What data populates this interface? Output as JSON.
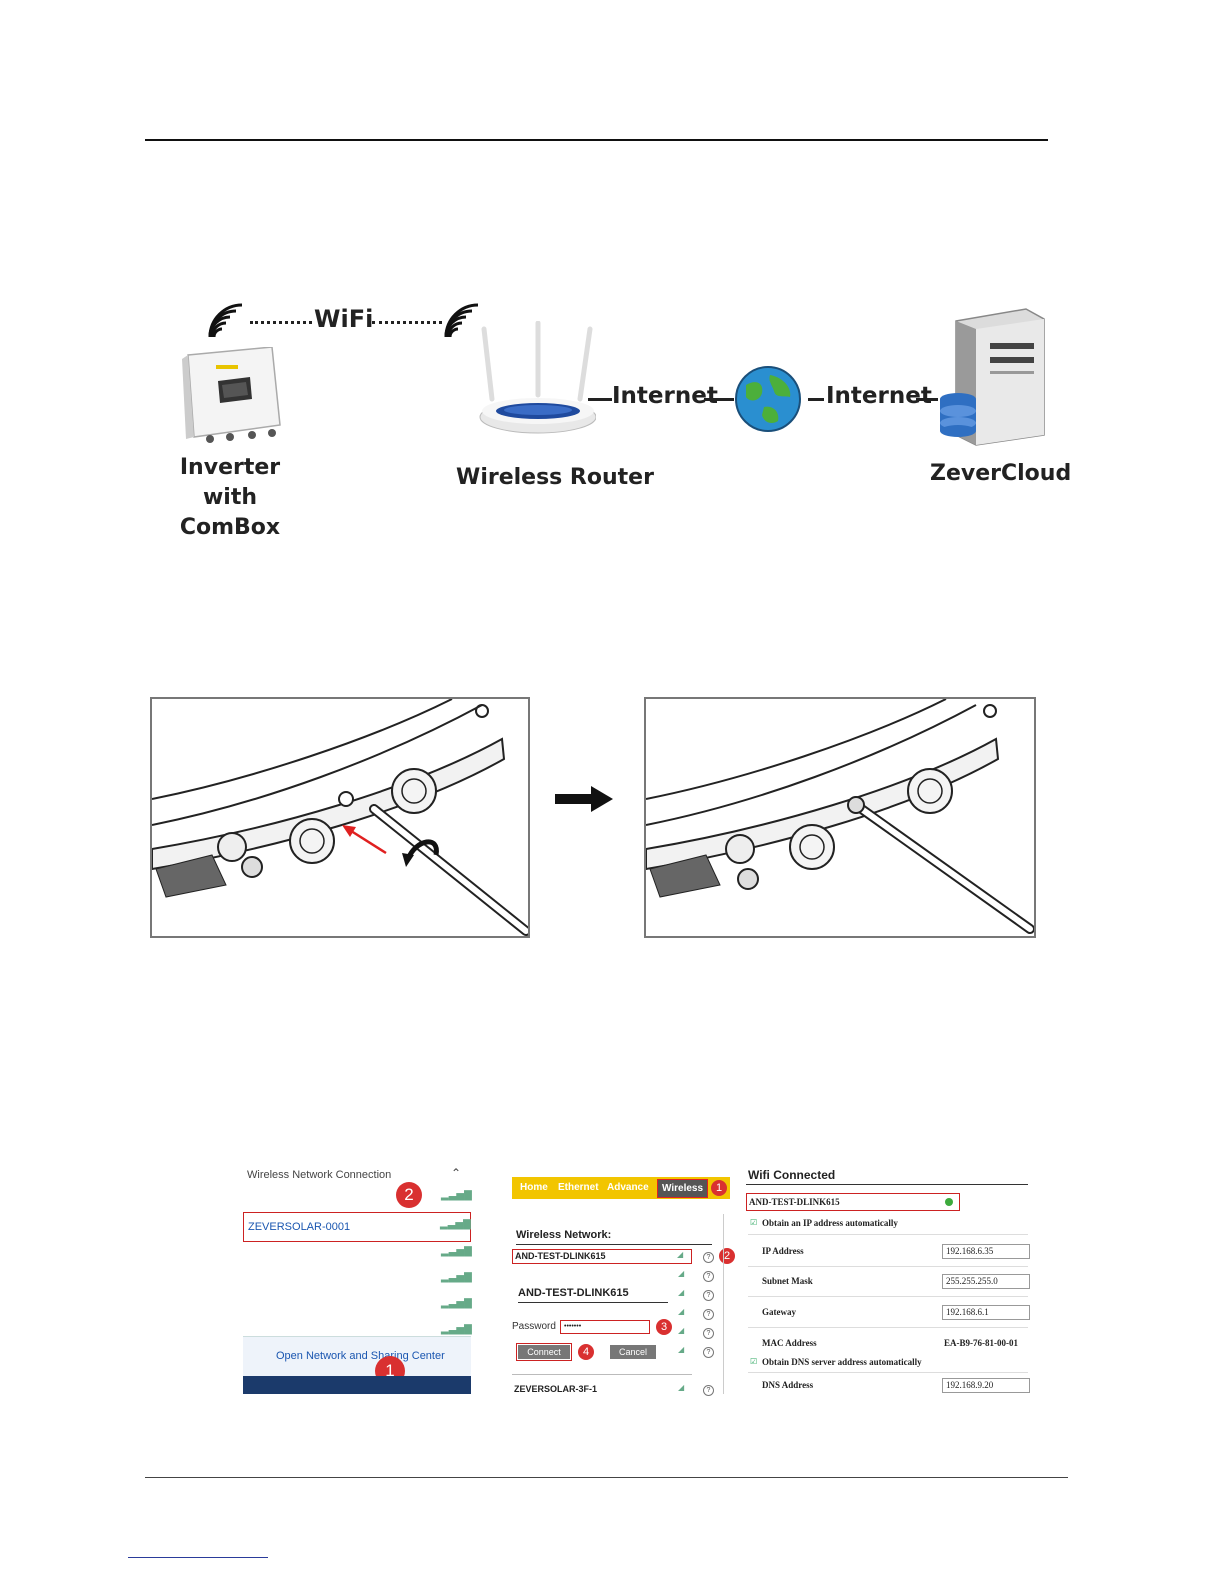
{
  "diagram": {
    "wifi_label": "WiFi",
    "internet_label_1": "Internet",
    "internet_label_2": "Internet",
    "inverter_label_line1": "Inverter with",
    "inverter_label_line2": "ComBox",
    "router_label": "Wireless Router",
    "cloud_label": "ZeverCloud"
  },
  "windows_panel": {
    "title": "Wireless Network Connection",
    "selected_network": "ZEVERSOLAR-0001",
    "footer_link": "Open Network and Sharing Center",
    "badge_2": "2",
    "badge_1": "1"
  },
  "web_panel": {
    "tabs": [
      "Home",
      "Ethernet",
      "Advance",
      "Wireless"
    ],
    "badge_1": "1",
    "section_title": "Wireless Network:",
    "network_1": "AND-TEST-DLINK615",
    "badge_2": "2",
    "selected_network_title": "AND-TEST-DLINK615",
    "password_label": "Password",
    "password_value": "•••••••",
    "badge_3": "3",
    "connect_label": "Connect",
    "badge_4": "4",
    "cancel_label": "Cancel",
    "bottom_network": "ZEVERSOLAR-3F-1"
  },
  "status_panel": {
    "title": "Wifi Connected",
    "network": "AND-TEST-DLINK615",
    "obtain_ip": "Obtain an IP address automatically",
    "ip_label": "IP Address",
    "ip_value": "192.168.6.35",
    "mask_label": "Subnet Mask",
    "mask_value": "255.255.255.0",
    "gateway_label": "Gateway",
    "gateway_value": "192.168.6.1",
    "mac_label": "MAC Address",
    "mac_value": "EA-B9-76-81-00-01",
    "obtain_dns": "Obtain DNS server address automatically",
    "dns_label": "DNS Address",
    "dns_value": "192.168.9.20"
  }
}
